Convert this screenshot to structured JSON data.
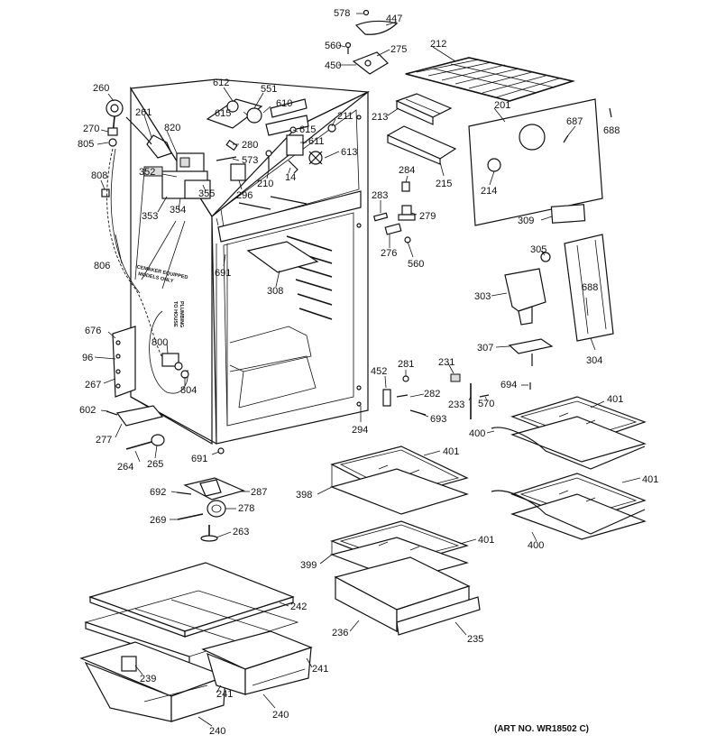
{
  "labels": {
    "p578": "578",
    "p447": "447",
    "p560a": "560",
    "p275": "275",
    "p450": "450",
    "p212": "212",
    "p260": "260",
    "p612": "612",
    "p551": "551",
    "p615a": "615",
    "p610": "610",
    "p211": "211",
    "p213": "213",
    "p201": "201",
    "p687": "687",
    "p688a": "688",
    "p261": "261",
    "p270": "270",
    "p820": "820",
    "p615b": "615",
    "p805": "805",
    "p280": "280",
    "p611": "611",
    "p613": "613",
    "p573": "573",
    "p352": "352",
    "p355": "355",
    "p296": "296",
    "p210": "210",
    "p14": "14",
    "p808": "808",
    "p284": "284",
    "p215": "215",
    "p214": "214",
    "p353": "353",
    "p354": "354",
    "p283": "283",
    "p279": "279",
    "p309": "309",
    "p276": "276",
    "p560b": "560",
    "p305": "305",
    "p806": "806",
    "p691a": "691",
    "p308": "308",
    "p688b": "688",
    "p303": "303",
    "p676": "676",
    "p800": "800",
    "p96": "96",
    "p307": "307",
    "p304": "304",
    "p267": "267",
    "p804": "804",
    "p452": "452",
    "p281": "281",
    "p231": "231",
    "p694": "694",
    "p282": "282",
    "p233": "233",
    "p570": "570",
    "p401a": "401",
    "p602": "602",
    "p294": "294",
    "p693": "693",
    "p400a": "400",
    "p277": "277",
    "p691b": "691",
    "p401b": "401",
    "p264": "264",
    "p265": "265",
    "p398": "398",
    "p401c": "401",
    "p692": "692",
    "p287": "287",
    "p278": "278",
    "p269": "269",
    "p263": "263",
    "p400b": "400",
    "p401d": "401",
    "p399": "399",
    "p242": "242",
    "p236": "236",
    "p235": "235",
    "p239": "239",
    "p241a": "241",
    "p241b": "241",
    "p240a": "240",
    "p240b": "240"
  },
  "notes": {
    "icemaker": [
      "ICEMAKER EQUIPPED",
      "MODELS ONLY"
    ],
    "tohouse": [
      "TO HOUSE",
      "PLUMBING"
    ]
  },
  "art_number": "(ART NO. WR18502 C)"
}
